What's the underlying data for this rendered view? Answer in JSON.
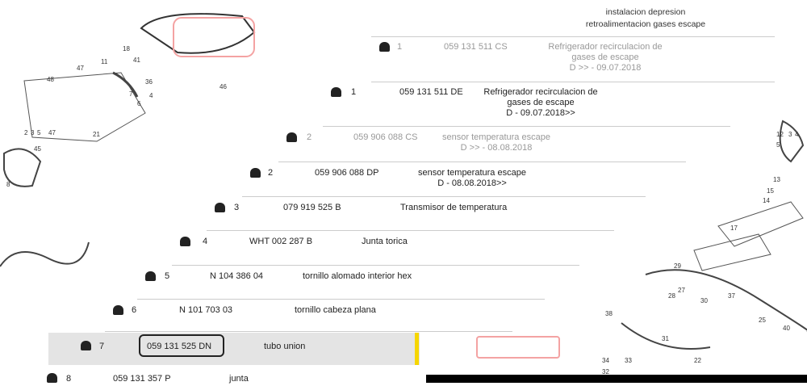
{
  "header": {
    "line1": "instalacion depresion",
    "line2": "retroalimentacion gases escape"
  },
  "rows": [
    {
      "pos": "1",
      "part": "059 131 511 CS",
      "desc": "Refrigerador recirculacion de gases de escape",
      "date": "D >> - 09.07.2018"
    },
    {
      "pos": "1",
      "part": "059 131 511 DE",
      "desc": "Refrigerador recirculacion de gases de escape",
      "date": "D - 09.07.2018>>"
    },
    {
      "pos": "2",
      "part": "059 906 088 CS",
      "desc": "sensor temperatura escape",
      "date": "D >> - 08.08.2018"
    },
    {
      "pos": "2",
      "part": "059 906 088 DP",
      "desc": "sensor temperatura escape",
      "date": "D - 08.08.2018>>"
    },
    {
      "pos": "3",
      "part": "079 919 525 B",
      "desc": "Transmisor de temperatura",
      "date": ""
    },
    {
      "pos": "4",
      "part": "WHT 002 287 B",
      "desc": "Junta torica",
      "date": ""
    },
    {
      "pos": "5",
      "part": "N 104 386 04",
      "desc": "tornillo alomado interior hex",
      "date": ""
    },
    {
      "pos": "6",
      "part": "N 101 703 03",
      "desc": "tornillo cabeza plana",
      "date": ""
    },
    {
      "pos": "7",
      "part": "059 131 525 DN",
      "desc": "tubo union",
      "date": ""
    },
    {
      "pos": "8",
      "part": "059 131 357 P",
      "desc": "junta",
      "date": ""
    }
  ],
  "diagram_left_labels": [
    "47",
    "48",
    "11",
    "41",
    "18",
    "36",
    "46",
    "2",
    "3",
    "5",
    "47",
    "21",
    "45",
    "8",
    "7",
    "6",
    "4"
  ],
  "diagram_right_labels": [
    "12",
    "3",
    "4",
    "5",
    "13",
    "15",
    "14",
    "17",
    "30",
    "37",
    "38",
    "25",
    "40",
    "34",
    "33",
    "32",
    "22",
    "31",
    "29",
    "28",
    "27"
  ],
  "colors": {
    "highlight_row": "#e4e4e4",
    "yellow_marker": "#f6d600",
    "red_box": "#f4a3a3"
  }
}
